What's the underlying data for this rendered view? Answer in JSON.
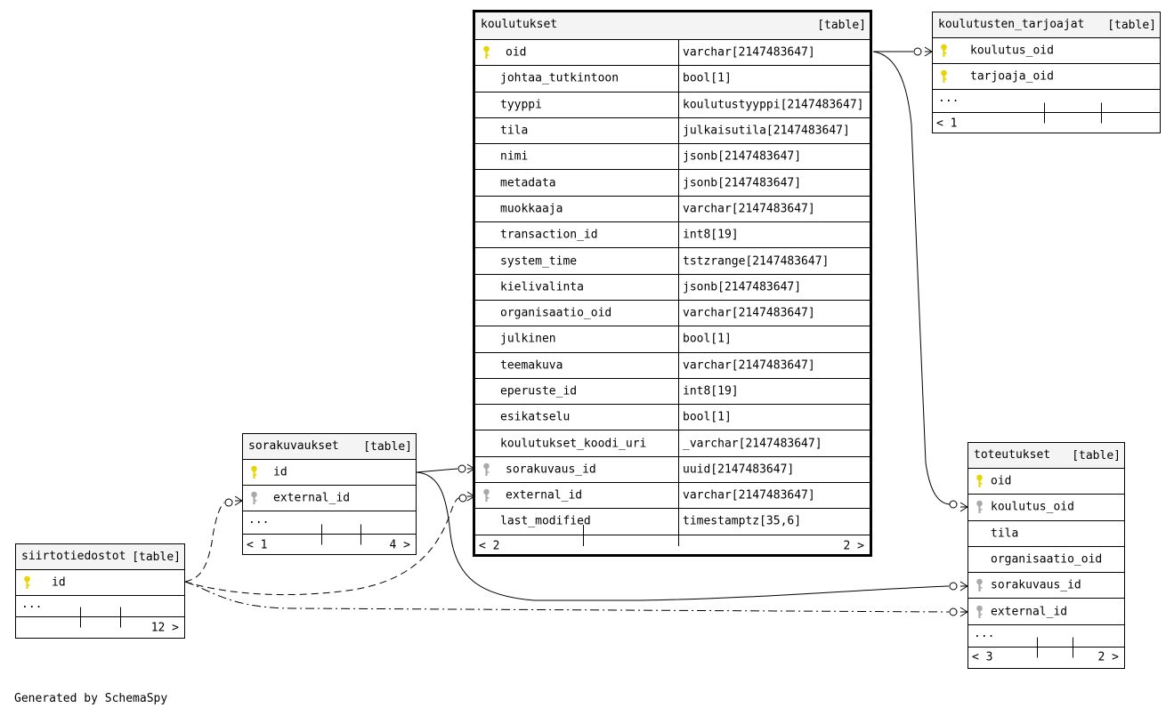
{
  "footer_text": "Generated by SchemaSpy",
  "tables": {
    "koulutukset": {
      "name": "koulutukset",
      "kind": "[table]",
      "columns": [
        {
          "name": "oid",
          "type": "varchar[2147483647]",
          "key": "primary"
        },
        {
          "name": "johtaa_tutkintoon",
          "type": "bool[1]",
          "key": "none"
        },
        {
          "name": "tyyppi",
          "type": "koulutustyyppi[2147483647]",
          "key": "none"
        },
        {
          "name": "tila",
          "type": "julkaisutila[2147483647]",
          "key": "none"
        },
        {
          "name": "nimi",
          "type": "jsonb[2147483647]",
          "key": "none"
        },
        {
          "name": "metadata",
          "type": "jsonb[2147483647]",
          "key": "none"
        },
        {
          "name": "muokkaaja",
          "type": "varchar[2147483647]",
          "key": "none"
        },
        {
          "name": "transaction_id",
          "type": "int8[19]",
          "key": "none"
        },
        {
          "name": "system_time",
          "type": "tstzrange[2147483647]",
          "key": "none"
        },
        {
          "name": "kielivalinta",
          "type": "jsonb[2147483647]",
          "key": "none"
        },
        {
          "name": "organisaatio_oid",
          "type": "varchar[2147483647]",
          "key": "none"
        },
        {
          "name": "julkinen",
          "type": "bool[1]",
          "key": "none"
        },
        {
          "name": "teemakuva",
          "type": "varchar[2147483647]",
          "key": "none"
        },
        {
          "name": "eperuste_id",
          "type": "int8[19]",
          "key": "none"
        },
        {
          "name": "esikatselu",
          "type": "bool[1]",
          "key": "none"
        },
        {
          "name": "koulutukset_koodi_uri",
          "type": "_varchar[2147483647]",
          "key": "none"
        },
        {
          "name": "sorakuvaus_id",
          "type": "uuid[2147483647]",
          "key": "foreign"
        },
        {
          "name": "external_id",
          "type": "varchar[2147483647]",
          "key": "foreign"
        },
        {
          "name": "last_modified",
          "type": "timestamptz[35,6]",
          "key": "none"
        }
      ],
      "footer": {
        "left": "< 2",
        "right": "2 >"
      }
    },
    "koulutusten_tarjoajat": {
      "name": "koulutusten_tarjoajat",
      "kind": "[table]",
      "columns": [
        {
          "name": "koulutus_oid",
          "key": "primary"
        },
        {
          "name": "tarjoaja_oid",
          "key": "primary"
        }
      ],
      "ellipsis": "...",
      "footer": {
        "left": "< 1",
        "right": ""
      }
    },
    "sorakuvaukset": {
      "name": "sorakuvaukset",
      "kind": "[table]",
      "columns": [
        {
          "name": "id",
          "key": "primary"
        },
        {
          "name": "external_id",
          "key": "foreign"
        }
      ],
      "ellipsis": "...",
      "footer": {
        "left": "< 1",
        "right": "4 >"
      }
    },
    "siirtotiedostot": {
      "name": "siirtotiedostot",
      "kind": "[table]",
      "columns": [
        {
          "name": "id",
          "key": "primary"
        }
      ],
      "ellipsis": "...",
      "footer": {
        "left": "",
        "right": "12 >"
      }
    },
    "toteutukset": {
      "name": "toteutukset",
      "kind": "[table]",
      "columns": [
        {
          "name": "oid",
          "key": "primary"
        },
        {
          "name": "koulutus_oid",
          "key": "foreign"
        },
        {
          "name": "tila",
          "key": "none"
        },
        {
          "name": "organisaatio_oid",
          "key": "none"
        },
        {
          "name": "sorakuvaus_id",
          "key": "foreign"
        },
        {
          "name": "external_id",
          "key": "foreign"
        }
      ],
      "ellipsis": "...",
      "footer": {
        "left": "< 3",
        "right": "2 >"
      }
    }
  },
  "colors": {
    "primary_key": "#e8d400",
    "foreign_key": "#a9a9a9",
    "header_bg": "#f4f4f4",
    "line": "#000000"
  }
}
